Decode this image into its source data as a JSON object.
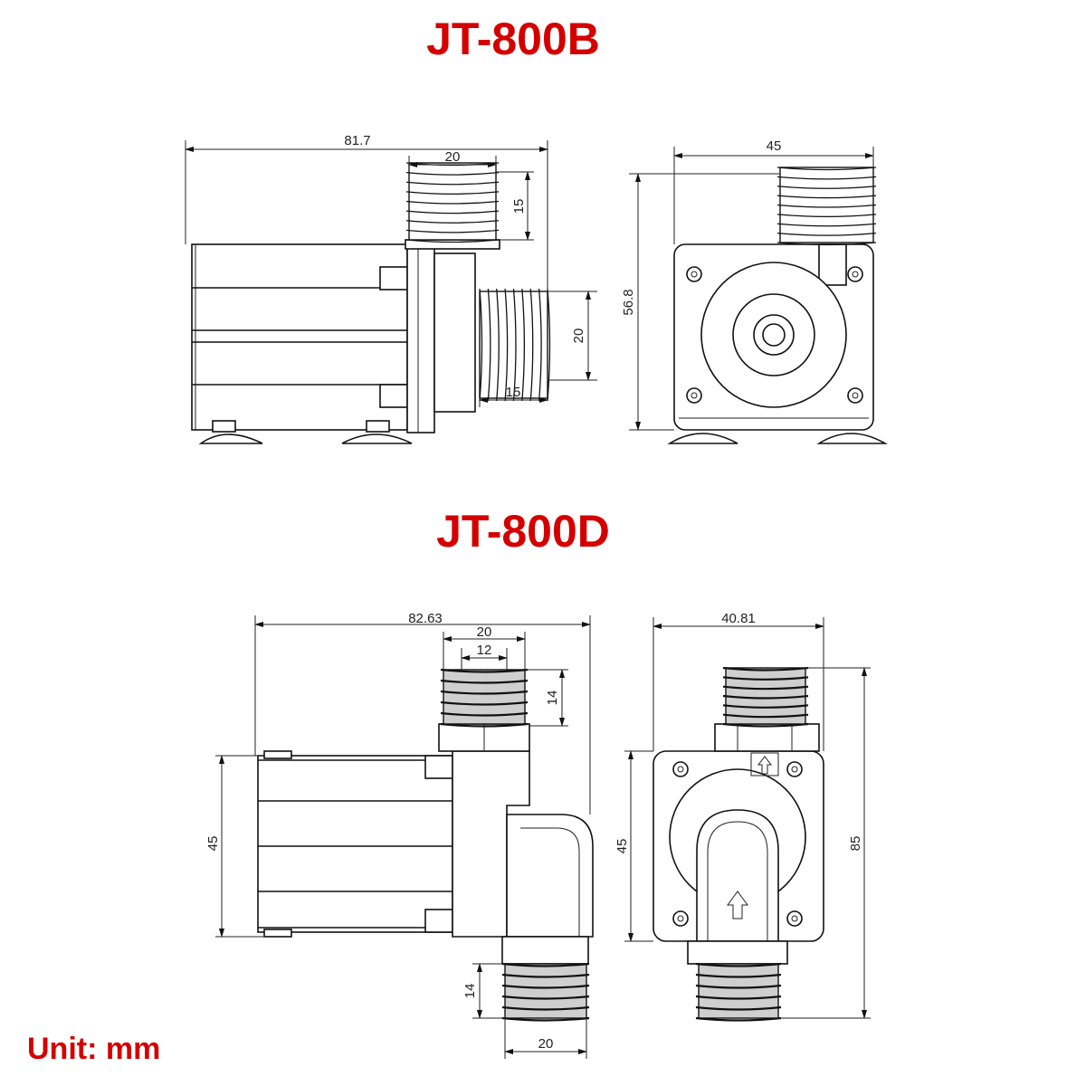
{
  "titles": {
    "top": "JT-800B",
    "bottom": "JT-800D"
  },
  "unit_label": "Unit: mm",
  "jt800b": {
    "side": {
      "overall_length": "81.7",
      "outlet_width": "20",
      "outlet_height": "15",
      "inlet_height": "20",
      "inlet_length": "15"
    },
    "front": {
      "width": "45",
      "height": "56.8"
    }
  },
  "jt800d": {
    "side": {
      "overall_length": "82.63",
      "outlet_width": "20",
      "outlet_inner": "12",
      "outlet_height": "14",
      "body_height": "45",
      "inlet_height": "14",
      "inlet_width": "20"
    },
    "front": {
      "width": "40.81",
      "body_height": "45",
      "overall_height": "85"
    }
  },
  "colors": {
    "title": "#d40000",
    "line": "#111111"
  }
}
